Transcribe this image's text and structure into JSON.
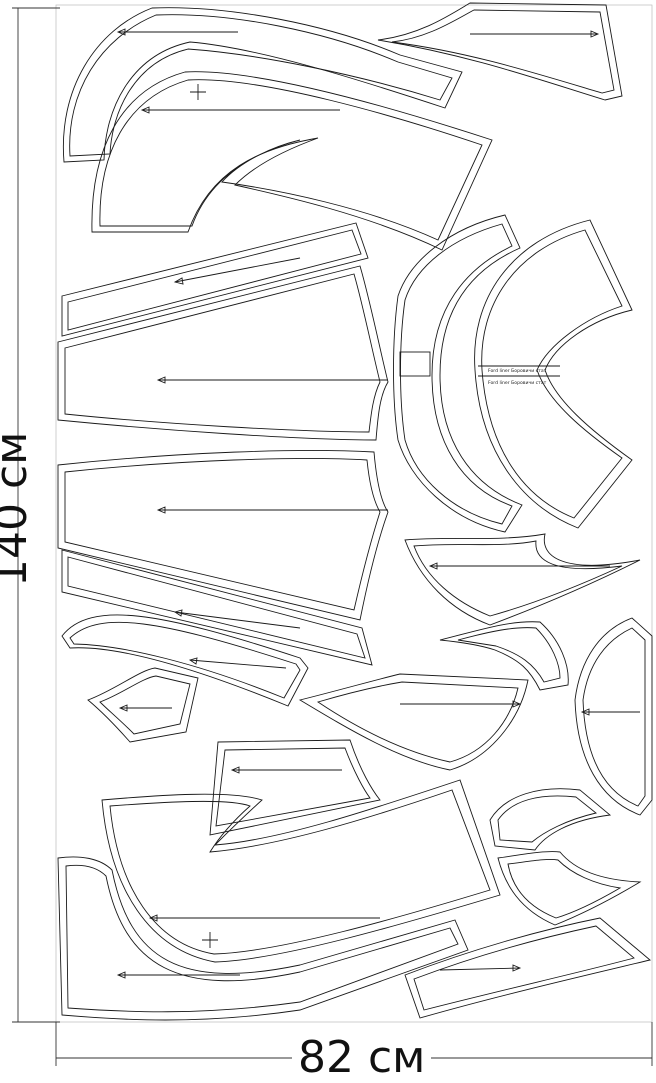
{
  "dimensions": {
    "height_label": "140 см",
    "width_label": "82 см"
  },
  "strip_labels": {
    "upper": "Ford liner Боровичи стат",
    "lower": "Ford liner Боровичи стат"
  },
  "colors": {
    "outline": "#1a1a1a",
    "background": "#ffffff"
  }
}
